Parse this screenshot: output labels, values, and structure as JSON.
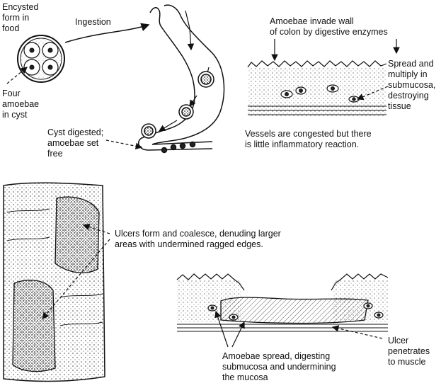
{
  "labels": {
    "encysted": "Encysted\nform in\nfood",
    "ingestion": "Ingestion",
    "four_amoebae": "Four\namoebae\nin cyst",
    "cyst_digested": "Cyst digested;\namoebae set\nfree",
    "invade": "Amoebae invade wall\nof colon by digestive enzymes",
    "spread_multiply": "Spread and\nmultiply in\nsubmucosa,\ndestroying\ntissue",
    "vessels": "Vessels are congested but there\nis little inflammatory reaction.",
    "ulcers_form": "Ulcers form and coalesce, denuding larger\nareas with undermined ragged edges.",
    "amoebae_spread": "Amoebae spread, digesting\nsubmucosa and undermining\nthe mucosa",
    "ulcer_penetrates": "Ulcer\npenetrates\nto muscle"
  },
  "colors": {
    "ink": "#111111",
    "paper": "#ffffff",
    "stipple": "#555555"
  }
}
